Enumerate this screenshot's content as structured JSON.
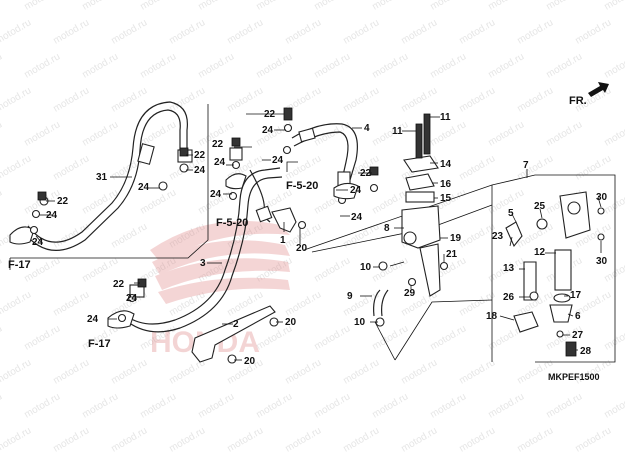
{
  "watermark": "motod.ru",
  "direction_label": "FR.",
  "diagram_code": "MKPEF1500",
  "refs": {
    "f17_top": "F-17",
    "f17_bottom": "F-17",
    "f520_left": "F-5-20",
    "f520_center": "F-5-20"
  },
  "callouts": {
    "c1": "1",
    "c2": "2",
    "c3": "3",
    "c4": "4",
    "c5": "5",
    "c6": "6",
    "c7": "7",
    "c8": "8",
    "c9": "9",
    "c10a": "10",
    "c10b": "10",
    "c11a": "11",
    "c11b": "11",
    "c12": "12",
    "c13": "13",
    "c14": "14",
    "c15": "15",
    "c16": "16",
    "c17": "17",
    "c18": "18",
    "c19": "19",
    "c20a": "20",
    "c20b": "20",
    "c20c": "20",
    "c21": "21",
    "c22a": "22",
    "c22b": "22",
    "c22c": "22",
    "c22d": "22",
    "c22e": "22",
    "c22f": "22",
    "c23": "23",
    "c24a": "24",
    "c24b": "24",
    "c24c": "24",
    "c24d": "24",
    "c24e": "24",
    "c24f": "24",
    "c24g": "24",
    "c24h": "24",
    "c24i": "24",
    "c24j": "24",
    "c24k": "24",
    "c25": "25",
    "c26": "26",
    "c27": "27",
    "c28": "28",
    "c29": "29",
    "c30a": "30",
    "c30b": "30",
    "c31": "31"
  }
}
